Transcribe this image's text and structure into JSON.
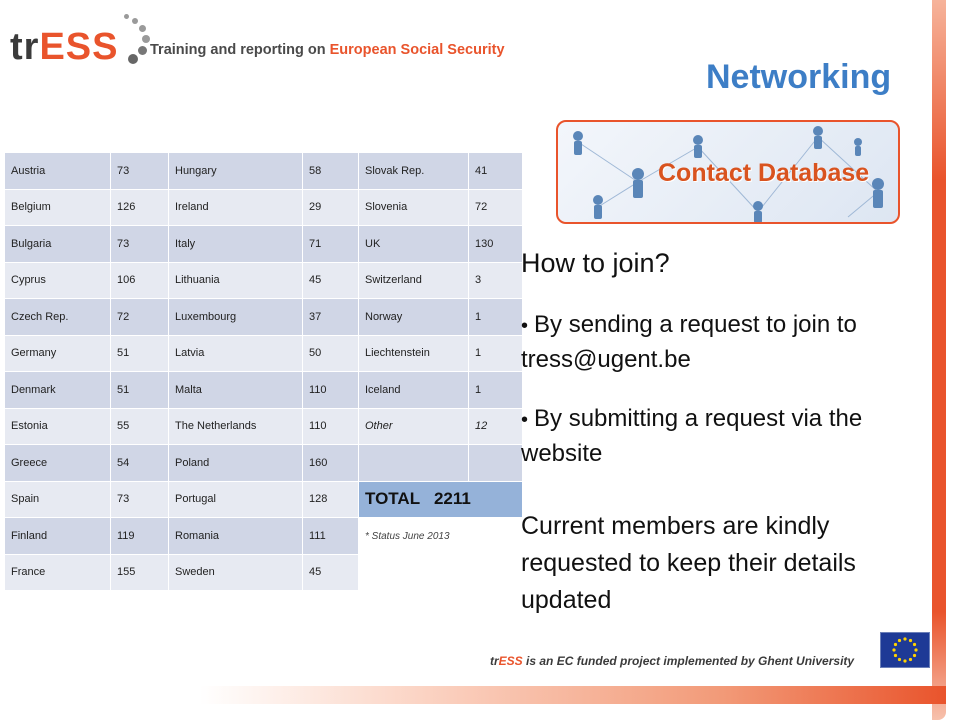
{
  "logo": {
    "tr": "tr",
    "ess": "ESS",
    "tagline_prefix": "Training and reporting on ",
    "tagline_accent": "European Social Security"
  },
  "title": "Networking",
  "banner": {
    "text": "Contact Database"
  },
  "table": {
    "rows": [
      [
        "Austria",
        "73",
        "Hungary",
        "58",
        "Slovak Rep.",
        "41"
      ],
      [
        "Belgium",
        "126",
        "Ireland",
        "29",
        "Slovenia",
        "72"
      ],
      [
        "Bulgaria",
        "73",
        "Italy",
        "71",
        "UK",
        "130"
      ],
      [
        "Cyprus",
        "106",
        "Lithuania",
        "45",
        "Switzerland",
        "3"
      ],
      [
        "Czech Rep.",
        "72",
        "Luxembourg",
        "37",
        "Norway",
        "1"
      ],
      [
        "Germany",
        "51",
        "Latvia",
        "50",
        "Liechtenstein",
        "1"
      ],
      [
        "Denmark",
        "51",
        "Malta",
        "110",
        "Iceland",
        "1"
      ],
      [
        "Estonia",
        "55",
        "The Netherlands",
        "110",
        "Other",
        "12"
      ],
      [
        "Greece",
        "54",
        "Poland",
        "160",
        "",
        ""
      ],
      [
        "Spain",
        "73",
        "Portugal",
        "128",
        "",
        ""
      ],
      [
        "Finland",
        "119",
        "Romania",
        "111",
        "",
        ""
      ],
      [
        "France",
        "155",
        "Sweden",
        "45",
        "",
        ""
      ]
    ],
    "total_label": "TOTAL   2211",
    "status_note": "* Status June 2013"
  },
  "join": {
    "heading": "How to join?",
    "bullets": [
      "By sending a request to join to tress@ugent.be",
      "By submitting a request via the website"
    ],
    "current": "Current members are kindly requested to keep their details updated"
  },
  "footer": {
    "prefix_tr": "tr",
    "prefix_ess": "ESS",
    "text": " is an EC funded project implemented by Ghent University"
  },
  "colors": {
    "accent": "#e9542c",
    "title_blue": "#3d7ec6",
    "total_blue": "#95b2d9"
  }
}
